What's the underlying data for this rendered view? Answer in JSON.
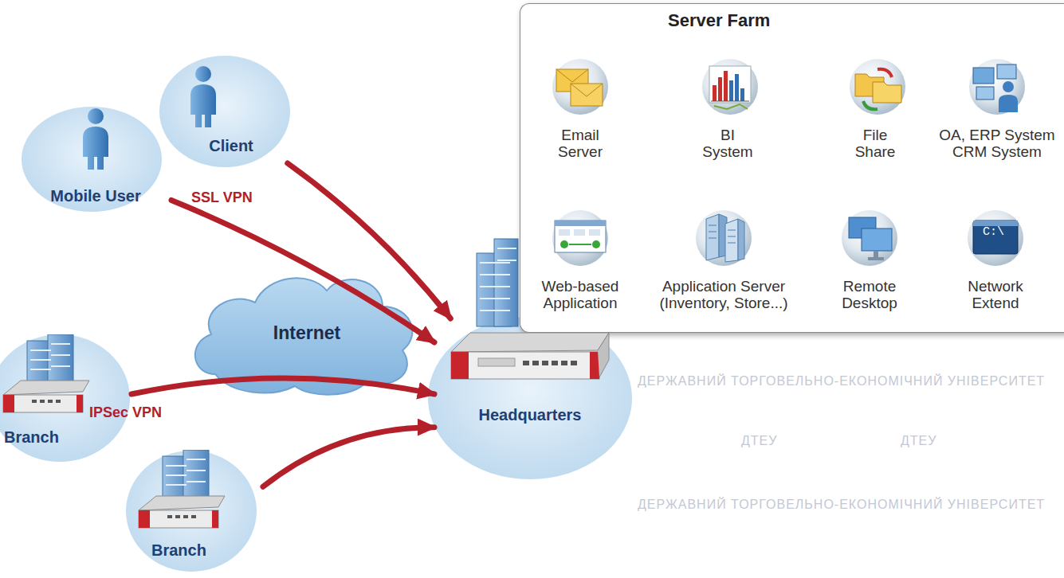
{
  "diagram": {
    "nodes": [
      {
        "text": [
          "Server Farm"
        ]
      },
      {
        "text": [
          "Email Server"
        ],
        "in": 0
      },
      {
        "text": [
          "BI System"
        ],
        "in": 0
      },
      {
        "text": [
          "File Share"
        ],
        "in": 0
      },
      {
        "text": [
          "OA, ERP System CRM System"
        ],
        "in": 0
      },
      {
        "text": [
          "Web-based Application"
        ],
        "in": 0
      },
      {
        "text": [
          "Application Server (Inventory, Store...)"
        ],
        "in": 0
      },
      {
        "text": [
          "Remote Desktop"
        ],
        "in": 0
      },
      {
        "text": [
          "Network Extend"
        ],
        "in": 0
      },
      {
        "text": [
          "Client"
        ]
      },
      {
        "text": [
          "Mobile User"
        ]
      },
      {
        "text": [
          "Internet"
        ]
      },
      {
        "text": [
          "Branch"
        ]
      },
      {
        "text": [
          "Headquarters"
        ]
      },
      {
        "text": [
          "Branch"
        ]
      }
    ],
    "edges": [
      {
        "from": 10,
        "to": 13,
        "label": "SSL VPN",
        "arrow": "to"
      },
      {
        "from": 9,
        "to": 13,
        "arrow": "to"
      },
      {
        "from": 12,
        "to": 13,
        "label": "IPSec VPN",
        "arrow": "to"
      },
      {
        "from": 14,
        "to": 13,
        "arrow": "to"
      }
    ],
    "labels": [
      "ДЕРЖАВНИЙ ТОРГОВЕЛЬНО-ЕКОНОМІЧНИЙ УНІВЕРСИТЕТ",
      "ДТЕУ",
      "ДЕРЖАВНИЙ ТОРГОВЕЛЬНО-ЕКОНОМІЧНИЙ УНІВЕРСИТЕТ",
      "ДТЕУ",
      "C:\\"
    ]
  }
}
